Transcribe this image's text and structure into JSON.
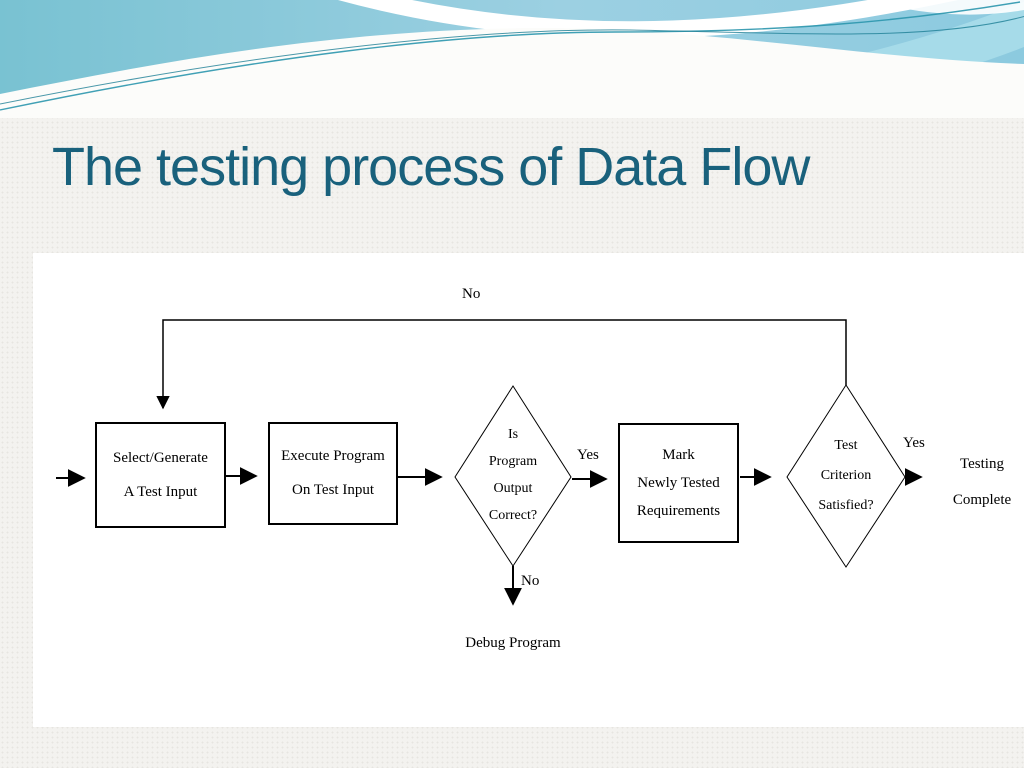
{
  "slide": {
    "title": "The testing process of Data Flow"
  },
  "diagram": {
    "nodes": {
      "select_generate": {
        "lines": [
          "Select/Generate",
          "A Test Input"
        ]
      },
      "execute_program": {
        "lines": [
          "Execute Program",
          "On Test Input"
        ]
      },
      "output_correct": {
        "lines": [
          "Is",
          "Program",
          "Output",
          "Correct?"
        ]
      },
      "mark_requirements": {
        "lines": [
          "Mark",
          "Newly Tested",
          "Requirements"
        ]
      },
      "criterion_satisfied": {
        "lines": [
          "Test",
          "Criterion",
          "Satisfied?"
        ]
      },
      "debug_program": {
        "label": "Debug Program"
      },
      "testing_complete": {
        "lines": [
          "Testing",
          "Complete"
        ]
      }
    },
    "edge_labels": {
      "loop_no": "No",
      "output_yes": "Yes",
      "output_no": "No",
      "criterion_yes": "Yes"
    }
  },
  "colors": {
    "title_text": "#19617c",
    "flow_line": "#000000",
    "sky_teal": "#79c2d2",
    "sky_blue": "#9cd0e2",
    "band_blue": "#a6dbe9",
    "accent_line_teal": "#2b96ad"
  }
}
